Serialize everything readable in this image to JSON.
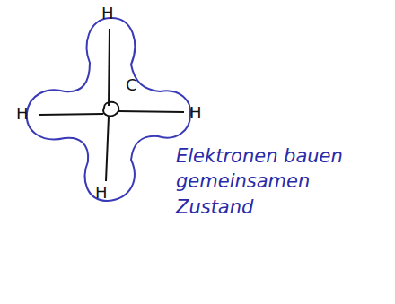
{
  "diagram": {
    "labels": [
      "H",
      "C",
      "H",
      "H",
      "H",
      "Elektronen bauen gemeinsamen Zustand"
    ]
  }
}
